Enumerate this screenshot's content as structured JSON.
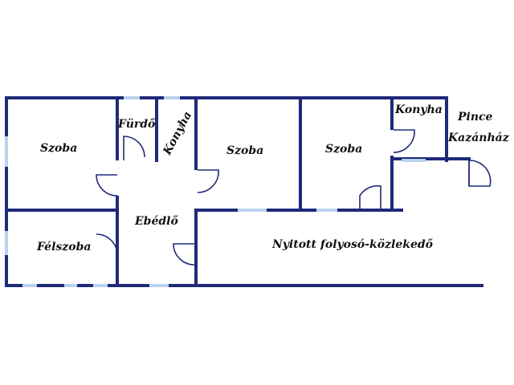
{
  "rooms": {
    "szoba_1": "Szoba",
    "furdo": "Fürdő",
    "konyha_1": "Konyha",
    "szoba_2": "Szoba",
    "szoba_3": "Szoba",
    "konyha_2": "Konyha",
    "pince": "Pince",
    "kazanhaz": "Kazánház",
    "felszoba": "Félszoba",
    "ebedlo": "Ebédlő",
    "folyoso": "Nyitott folyosó-közlekedő"
  },
  "colors": {
    "wall": "#1f2a7a",
    "window": "#b9d3ee"
  }
}
